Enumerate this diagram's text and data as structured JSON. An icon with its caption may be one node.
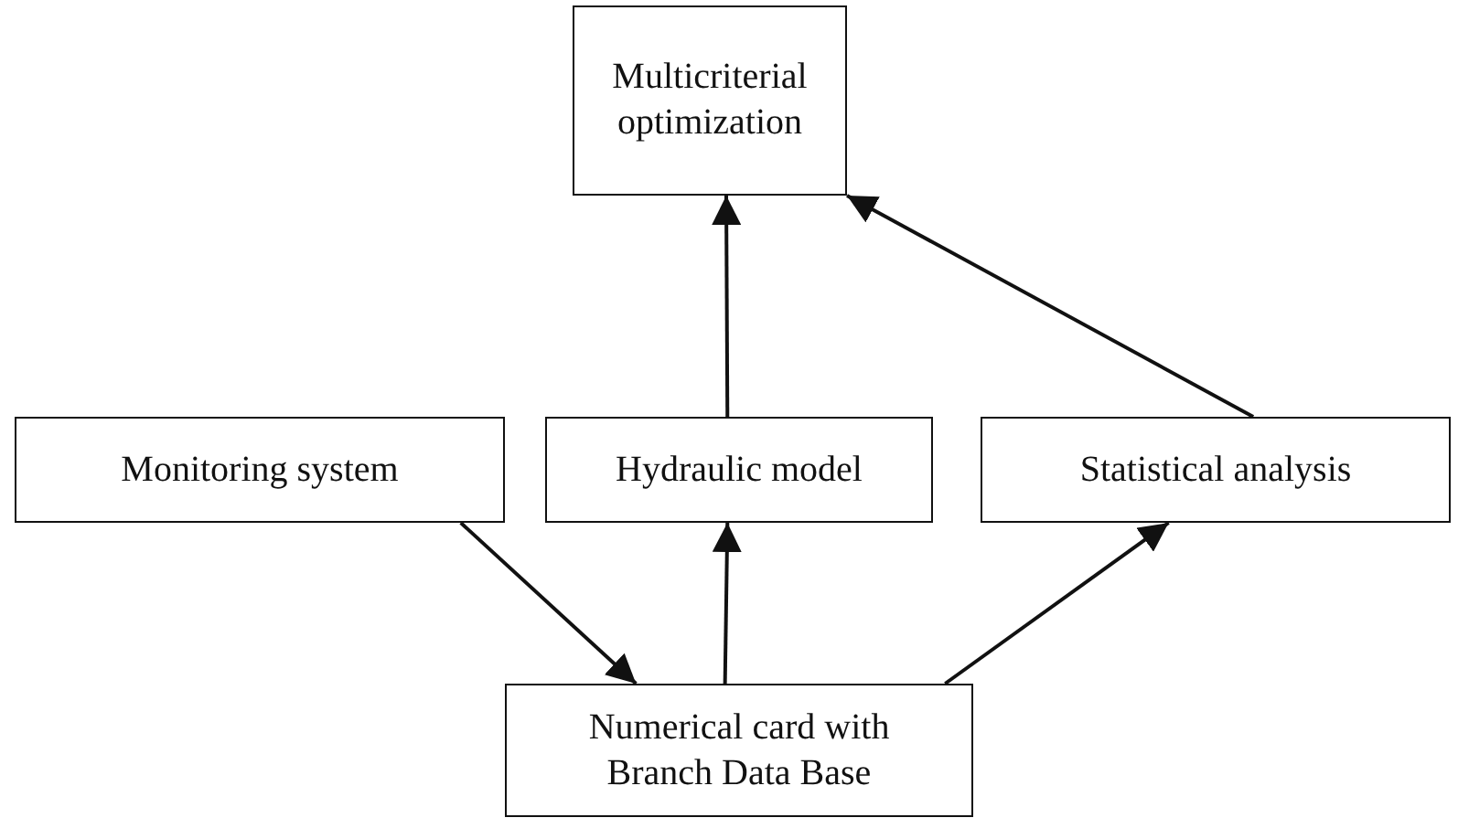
{
  "diagram": {
    "nodes": [
      {
        "text": [
          "Multicriterial optimization"
        ]
      },
      {
        "text": [
          "Monitoring system"
        ]
      },
      {
        "text": [
          "Hydraulic model"
        ]
      },
      {
        "text": [
          "Statistical analysis"
        ]
      },
      {
        "text": [
          "Numerical card with Branch Data Base"
        ]
      }
    ],
    "edges": [
      {
        "from": 1,
        "to": 4,
        "arrow": "to"
      },
      {
        "from": 4,
        "to": 2,
        "arrow": "to"
      },
      {
        "from": 4,
        "to": 3,
        "arrow": "to"
      },
      {
        "from": 2,
        "to": 0,
        "arrow": "to"
      },
      {
        "from": 3,
        "to": 0,
        "arrow": "to"
      }
    ]
  }
}
